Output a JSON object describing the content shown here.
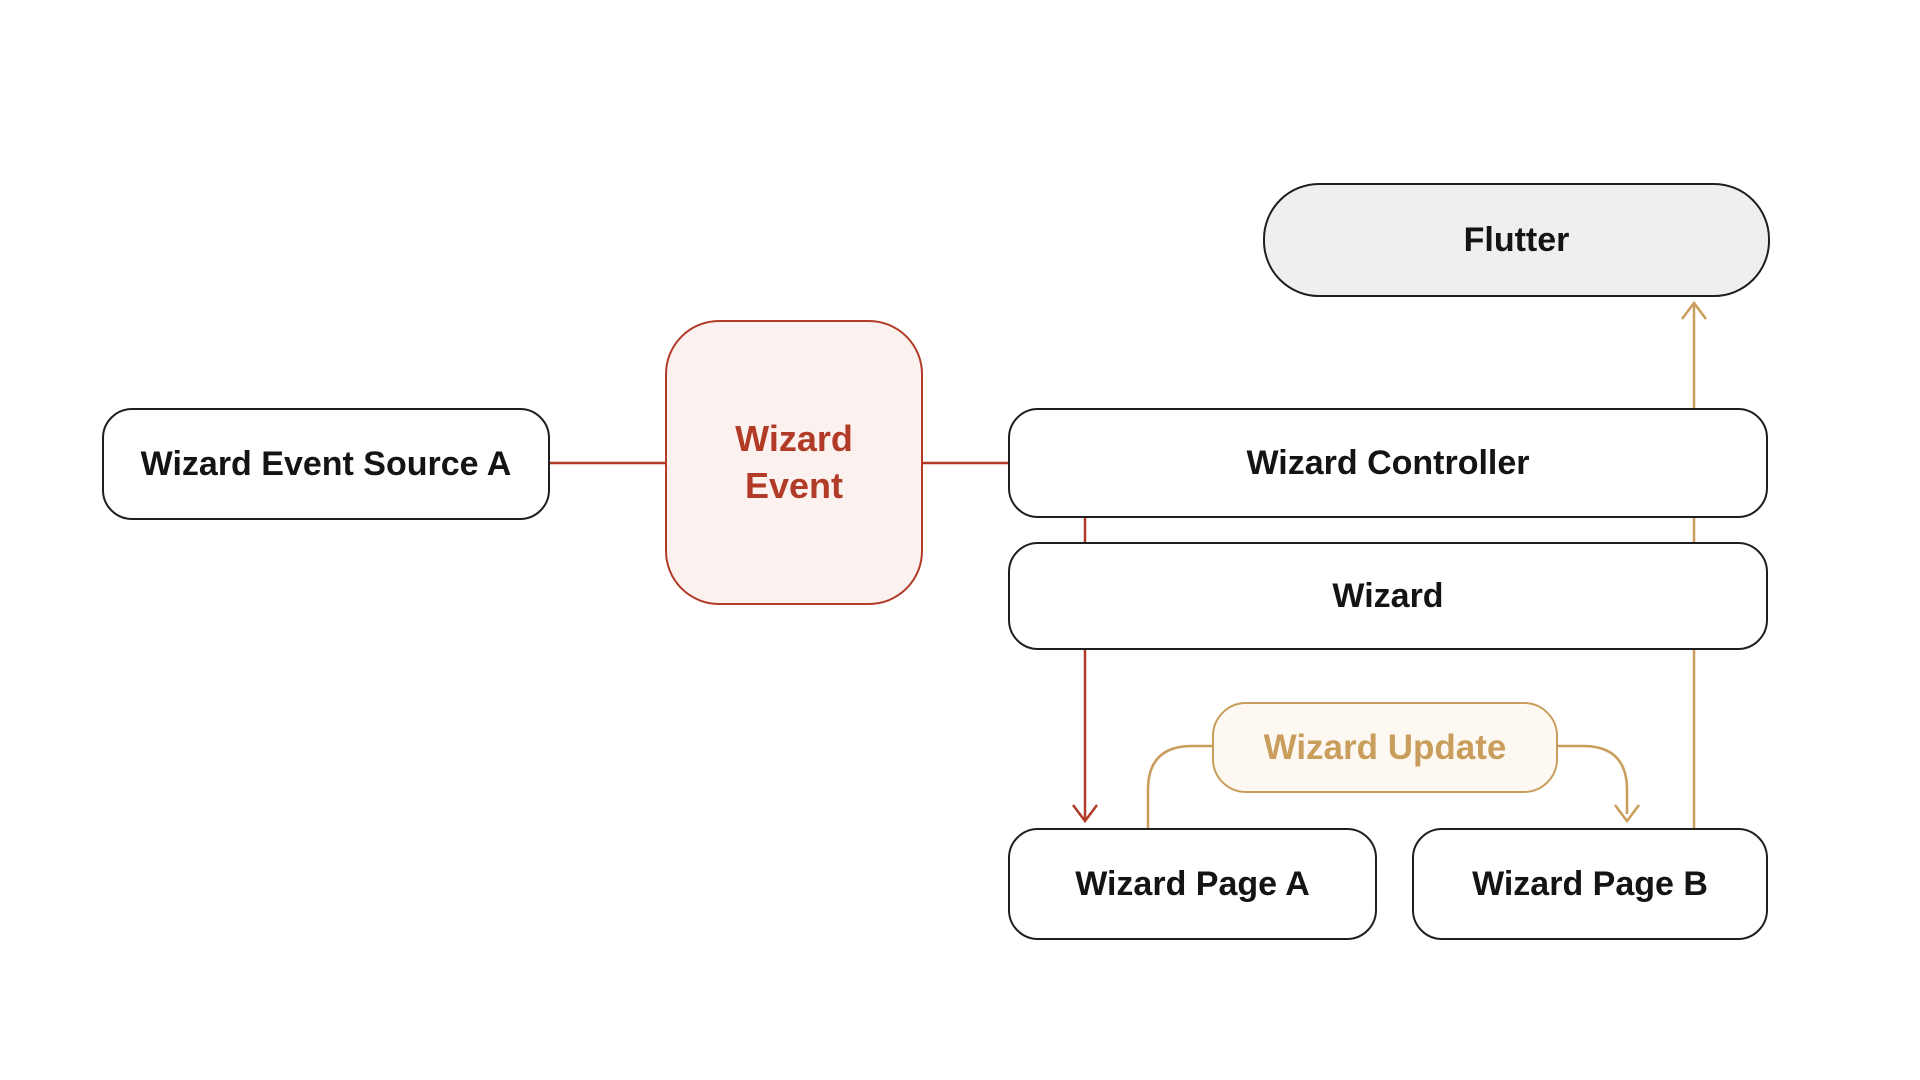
{
  "diagram": {
    "title": "Wizard event flow diagram",
    "colors": {
      "background": "#ffffff",
      "box_border": "#1f1f1f",
      "box_fill": "#ffffff",
      "flutter_fill": "#efefef",
      "red": "#b23b27",
      "red_fill": "#fbf2ef",
      "gold": "#c99d5c",
      "gold_fill": "#fdf9f2",
      "label": "#141414"
    },
    "nodes": {
      "flutter": {
        "label": "Flutter"
      },
      "source_a": {
        "label": "Wizard Event Source A"
      },
      "wizard_event": {
        "label_line1": "Wizard",
        "label_line2": "Event"
      },
      "controller": {
        "label": "Wizard Controller"
      },
      "wizard": {
        "label": "Wizard"
      },
      "wizard_update": {
        "label": "Wizard Update"
      },
      "page_a": {
        "label": "Wizard Page A"
      },
      "page_b": {
        "label": "Wizard Page B"
      }
    },
    "edges": [
      {
        "from": "source_a",
        "to": "wizard_event",
        "color": "red",
        "arrow": false
      },
      {
        "from": "wizard_event",
        "to": "controller",
        "color": "red",
        "arrow": false
      },
      {
        "from": "controller",
        "to": "page_a",
        "color": "red",
        "arrow": true
      },
      {
        "from": "page_a",
        "to": "wizard_update",
        "color": "gold",
        "arrow": false
      },
      {
        "from": "wizard_update",
        "to": "page_b",
        "color": "gold",
        "arrow": true
      },
      {
        "from": "page_b",
        "to": "flutter",
        "color": "gold",
        "arrow": true
      }
    ]
  }
}
